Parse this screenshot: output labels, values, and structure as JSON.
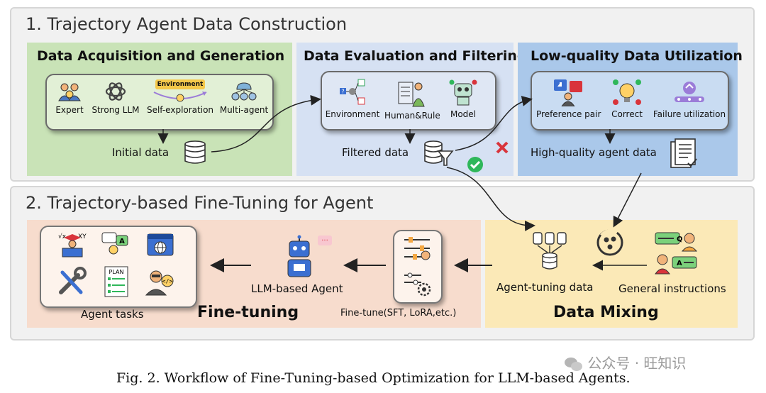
{
  "section1": {
    "title": "1. Trajectory Agent Data Construction",
    "acquisition": {
      "title": "Data Acquisition and Generation",
      "items": [
        "Expert",
        "Strong LLM",
        "Self-exploration",
        "Multi-agent"
      ],
      "env_tag": "Environment",
      "output": "Initial data"
    },
    "evaluation": {
      "title": "Data Evaluation and Filtering",
      "items": [
        "Environment",
        "Human&Rule",
        "Model"
      ],
      "output": "Filtered data"
    },
    "lowquality": {
      "title": "Low-quality Data Utilization",
      "items": [
        "Preference pair",
        "Correct",
        "Failure utilization"
      ],
      "output": "High-quality agent data"
    }
  },
  "section2": {
    "title": "2. Trajectory-based Fine-Tuning for Agent",
    "finetuning": {
      "tasks_label": "Agent tasks",
      "plan_text": "PLAN",
      "title": "Fine-tuning",
      "agent_label": "LLM-based Agent",
      "method_label": "Fine-tune(SFT, LoRA,etc.)"
    },
    "mixing": {
      "title": "Data Mixing",
      "tuning_label": "Agent-tuning data",
      "general_label": "General instructions"
    }
  },
  "caption": "Fig. 2.  Workflow of Fine-Tuning-based Optimization for LLM-based Agents.",
  "watermark": "公众号 · 旺知识",
  "colors": {
    "green_panel": "#c9e3b7",
    "green_inner": "#e2f0d6",
    "blue_panel": "#d6e1f3",
    "blue_panel2": "#aac8ea",
    "orange_panel": "#f7dccd",
    "yellow_panel": "#fbe9b7",
    "arrow": "#222222",
    "check": "#2fb75a",
    "cross": "#d9343b"
  }
}
